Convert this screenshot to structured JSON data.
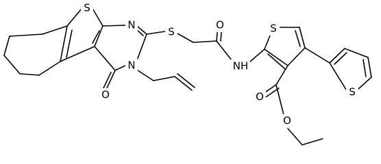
{
  "structure": {
    "atom_labels": {
      "s_left_ring": "S",
      "n_pyrimidine_top": "N",
      "s_thioether": "S",
      "o_amide": "O",
      "s_center_thiophene": "S",
      "n_pyrimidine_bottom": "N",
      "nh_amide": "NH",
      "o_lactam": "O",
      "o_ester_carbonyl": "O",
      "s_right_thiophene": "S",
      "o_ester_ether": "O"
    }
  }
}
